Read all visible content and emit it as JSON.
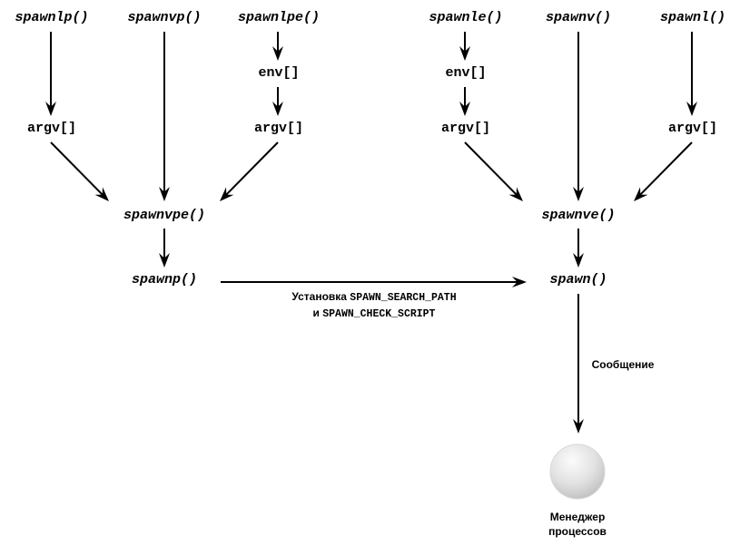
{
  "nodes": {
    "spawnlp": "spawnlp()",
    "spawnvp": "spawnvp()",
    "spawnlpe": "spawnlpe()",
    "spawnle": "spawnle()",
    "spawnv": "spawnv()",
    "spawnl": "spawnl()",
    "env_left": "env[]",
    "env_right": "env[]",
    "argv_1": "argv[]",
    "argv_2": "argv[]",
    "argv_3": "argv[]",
    "argv_4": "argv[]",
    "spawnvpe": "spawnvpe()",
    "spawnve": "spawnve()",
    "spawnp": "spawnp()",
    "spawn": "spawn()"
  },
  "edge_labels": {
    "setup_line1_ru": "Установка ",
    "setup_line1_code": "SPAWN_SEARCH_PATH",
    "setup_line2_ru": "и ",
    "setup_line2_code": "SPAWN_CHECK_SCRIPT",
    "message": "Сообщение"
  },
  "process_manager": {
    "line1": "Менеджер",
    "line2": "процессов"
  },
  "colors": {
    "line": "#000000",
    "sphere_light": "#fbfbfb",
    "sphere_dark": "#c4c4c4"
  }
}
